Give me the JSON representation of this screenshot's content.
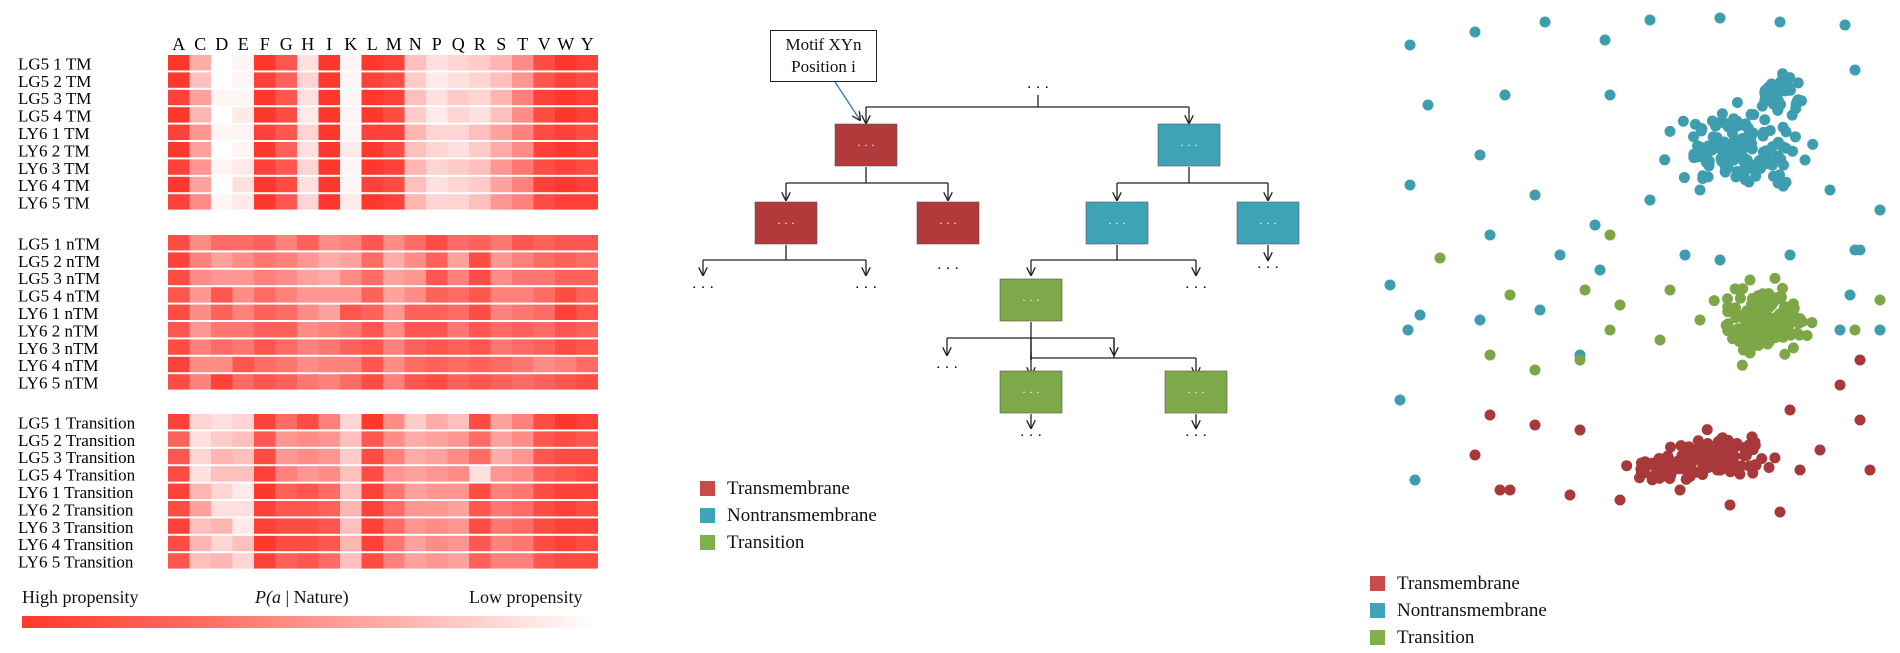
{
  "heatmap": {
    "columns": [
      "A",
      "C",
      "D",
      "E",
      "F",
      "G",
      "H",
      "I",
      "K",
      "L",
      "M",
      "N",
      "P",
      "Q",
      "R",
      "S",
      "T",
      "V",
      "W",
      "Y"
    ],
    "groups": [
      {
        "rows": [
          "LG5 1 TM",
          "LG5 2 TM",
          "LG5 3 TM",
          "LG5 4 TM",
          "LY6 1 TM",
          "LY6 2 TM",
          "LY6 3 TM",
          "LY6 4 TM",
          "LY6 5 TM"
        ],
        "values": [
          [
            0.95,
            0.4,
            0.0,
            0.05,
            0.95,
            0.8,
            0.15,
            0.95,
            0.05,
            0.95,
            0.9,
            0.3,
            0.15,
            0.2,
            0.25,
            0.35,
            0.55,
            0.85,
            0.95,
            0.9
          ],
          [
            0.95,
            0.3,
            0.0,
            0.05,
            0.9,
            0.75,
            0.2,
            0.95,
            0.05,
            0.9,
            0.85,
            0.25,
            0.1,
            0.15,
            0.2,
            0.3,
            0.5,
            0.8,
            0.9,
            0.85
          ],
          [
            0.9,
            0.45,
            0.05,
            0.05,
            0.95,
            0.8,
            0.15,
            0.95,
            0.05,
            0.95,
            0.9,
            0.3,
            0.15,
            0.25,
            0.2,
            0.35,
            0.6,
            0.9,
            0.95,
            0.9
          ],
          [
            0.95,
            0.35,
            0.0,
            0.1,
            0.95,
            0.85,
            0.1,
            0.95,
            0.05,
            0.95,
            0.85,
            0.25,
            0.1,
            0.2,
            0.15,
            0.3,
            0.55,
            0.85,
            0.95,
            0.9
          ],
          [
            0.9,
            0.5,
            0.05,
            0.05,
            0.9,
            0.8,
            0.2,
            0.95,
            0.05,
            0.9,
            0.9,
            0.35,
            0.2,
            0.2,
            0.3,
            0.45,
            0.6,
            0.85,
            0.9,
            0.85
          ],
          [
            0.95,
            0.45,
            0.0,
            0.05,
            0.95,
            0.75,
            0.15,
            0.95,
            0.1,
            0.95,
            0.85,
            0.3,
            0.2,
            0.15,
            0.25,
            0.4,
            0.55,
            0.9,
            0.95,
            0.9
          ],
          [
            0.9,
            0.5,
            0.05,
            0.1,
            0.9,
            0.8,
            0.2,
            0.95,
            0.05,
            0.95,
            0.9,
            0.35,
            0.2,
            0.25,
            0.3,
            0.5,
            0.65,
            0.85,
            0.9,
            0.85
          ],
          [
            0.95,
            0.45,
            0.0,
            0.15,
            0.95,
            0.85,
            0.15,
            0.95,
            0.05,
            0.9,
            0.85,
            0.3,
            0.15,
            0.2,
            0.25,
            0.45,
            0.6,
            0.9,
            0.95,
            0.9
          ],
          [
            0.9,
            0.55,
            0.05,
            0.1,
            0.95,
            0.8,
            0.2,
            0.95,
            0.1,
            0.95,
            0.9,
            0.35,
            0.2,
            0.2,
            0.3,
            0.5,
            0.6,
            0.85,
            0.9,
            0.9
          ]
        ]
      },
      {
        "rows": [
          "LG5 1 nTM",
          "LG5 2 nTM",
          "LG5 3 nTM",
          "LG5 4 nTM",
          "LY6 1 nTM",
          "LY6 2 nTM",
          "LY6 3 nTM",
          "LY6 4 nTM",
          "LY6 5 nTM"
        ],
        "values": [
          [
            0.85,
            0.55,
            0.7,
            0.7,
            0.75,
            0.6,
            0.75,
            0.55,
            0.6,
            0.8,
            0.55,
            0.7,
            0.85,
            0.7,
            0.75,
            0.65,
            0.8,
            0.75,
            0.8,
            0.8
          ],
          [
            0.9,
            0.6,
            0.45,
            0.55,
            0.65,
            0.6,
            0.5,
            0.4,
            0.45,
            0.7,
            0.4,
            0.55,
            0.75,
            0.45,
            0.85,
            0.5,
            0.6,
            0.7,
            0.75,
            0.7
          ],
          [
            0.85,
            0.55,
            0.5,
            0.5,
            0.6,
            0.55,
            0.45,
            0.4,
            0.55,
            0.7,
            0.45,
            0.5,
            0.8,
            0.6,
            0.85,
            0.55,
            0.65,
            0.65,
            0.75,
            0.75
          ],
          [
            0.8,
            0.5,
            0.8,
            0.55,
            0.7,
            0.6,
            0.5,
            0.5,
            0.5,
            0.75,
            0.45,
            0.55,
            0.75,
            0.7,
            0.8,
            0.6,
            0.6,
            0.7,
            0.85,
            0.75
          ],
          [
            0.85,
            0.55,
            0.75,
            0.6,
            0.75,
            0.7,
            0.55,
            0.45,
            0.8,
            0.75,
            0.5,
            0.75,
            0.75,
            0.7,
            0.85,
            0.6,
            0.65,
            0.7,
            0.9,
            0.8
          ],
          [
            0.8,
            0.5,
            0.65,
            0.65,
            0.75,
            0.75,
            0.55,
            0.6,
            0.65,
            0.8,
            0.55,
            0.8,
            0.8,
            0.65,
            0.8,
            0.7,
            0.75,
            0.7,
            0.8,
            0.75
          ],
          [
            0.85,
            0.6,
            0.7,
            0.65,
            0.8,
            0.7,
            0.6,
            0.65,
            0.75,
            0.8,
            0.6,
            0.75,
            0.8,
            0.75,
            0.8,
            0.65,
            0.7,
            0.75,
            0.85,
            0.8
          ],
          [
            0.9,
            0.55,
            0.55,
            0.8,
            0.7,
            0.65,
            0.55,
            0.6,
            0.6,
            0.8,
            0.55,
            0.7,
            0.75,
            0.7,
            0.75,
            0.7,
            0.65,
            0.55,
            0.6,
            0.7
          ],
          [
            0.85,
            0.6,
            0.9,
            0.7,
            0.8,
            0.75,
            0.65,
            0.6,
            0.7,
            0.85,
            0.6,
            0.8,
            0.85,
            0.75,
            0.8,
            0.75,
            0.7,
            0.75,
            0.8,
            0.85
          ]
        ]
      },
      {
        "rows": [
          "LG5 1 Transition",
          "LG5 2 Transition",
          "LG5 3 Transition",
          "LG5 4 Transition",
          "LY6 1 Transition",
          "LY6 2 Transition",
          "LY6 3 Transition",
          "LY6 4 Transition",
          "LY6 5 Transition"
        ],
        "values": [
          [
            0.9,
            0.2,
            0.15,
            0.2,
            0.9,
            0.7,
            0.85,
            0.6,
            0.2,
            0.95,
            0.55,
            0.25,
            0.4,
            0.3,
            0.85,
            0.45,
            0.6,
            0.85,
            0.95,
            0.9
          ],
          [
            0.75,
            0.15,
            0.25,
            0.3,
            0.8,
            0.5,
            0.55,
            0.5,
            0.3,
            0.8,
            0.55,
            0.4,
            0.45,
            0.5,
            0.7,
            0.45,
            0.55,
            0.8,
            0.85,
            0.8
          ],
          [
            0.8,
            0.2,
            0.35,
            0.3,
            0.85,
            0.5,
            0.55,
            0.5,
            0.25,
            0.85,
            0.6,
            0.4,
            0.45,
            0.55,
            0.7,
            0.4,
            0.5,
            0.8,
            0.85,
            0.85
          ],
          [
            0.85,
            0.15,
            0.3,
            0.3,
            0.9,
            0.6,
            0.5,
            0.55,
            0.3,
            0.85,
            0.5,
            0.45,
            0.5,
            0.55,
            0.15,
            0.5,
            0.55,
            0.75,
            0.8,
            0.85
          ],
          [
            0.9,
            0.35,
            0.2,
            0.1,
            0.95,
            0.75,
            0.8,
            0.7,
            0.3,
            0.9,
            0.65,
            0.45,
            0.5,
            0.5,
            0.85,
            0.6,
            0.65,
            0.85,
            0.9,
            0.9
          ],
          [
            0.85,
            0.45,
            0.15,
            0.15,
            0.9,
            0.8,
            0.8,
            0.75,
            0.35,
            0.9,
            0.7,
            0.5,
            0.5,
            0.45,
            0.8,
            0.65,
            0.7,
            0.85,
            0.9,
            0.85
          ],
          [
            0.9,
            0.3,
            0.35,
            0.1,
            0.9,
            0.85,
            0.85,
            0.8,
            0.3,
            0.9,
            0.7,
            0.5,
            0.55,
            0.5,
            0.85,
            0.65,
            0.7,
            0.85,
            0.9,
            0.9
          ],
          [
            0.85,
            0.35,
            0.2,
            0.3,
            0.95,
            0.85,
            0.85,
            0.8,
            0.35,
            0.9,
            0.65,
            0.45,
            0.55,
            0.5,
            0.8,
            0.6,
            0.65,
            0.85,
            0.9,
            0.85
          ],
          [
            0.8,
            0.3,
            0.35,
            0.2,
            0.9,
            0.75,
            0.8,
            0.7,
            0.3,
            0.85,
            0.6,
            0.45,
            0.5,
            0.45,
            0.75,
            0.6,
            0.6,
            0.8,
            0.85,
            0.85
          ]
        ]
      }
    ],
    "scale": {
      "left_label": "High propensity",
      "center_label_a": "P(",
      "center_label_b": "a",
      "center_label_c": " | Nature)",
      "right_label": "Low propensity"
    }
  },
  "tree": {
    "motif_line1": "Motif XYn",
    "motif_line2": "Position i",
    "ellipsis": "· · ·",
    "node_label": "· · ·",
    "colors": {
      "transmembrane": "#b23a3a",
      "nontransmembrane": "#3fa3b8",
      "transition": "#7ea94a"
    }
  },
  "legend_tree": [
    {
      "label": "Transmembrane",
      "color": "#c94a4a"
    },
    {
      "label": "Nontransmembrane",
      "color": "#3ea4b9"
    },
    {
      "label": "Transition",
      "color": "#7fb04a"
    }
  ],
  "legend_scatter": [
    {
      "label": "Transmembrane",
      "color": "#c94a4a"
    },
    {
      "label": "Nontransmembrane",
      "color": "#3ea4b9"
    },
    {
      "label": "Transition",
      "color": "#7fb04a"
    }
  ],
  "scatter_colors": {
    "transmembrane": "#a8383a",
    "nontransmembrane": "#3f9db0",
    "transition": "#7da646"
  }
}
